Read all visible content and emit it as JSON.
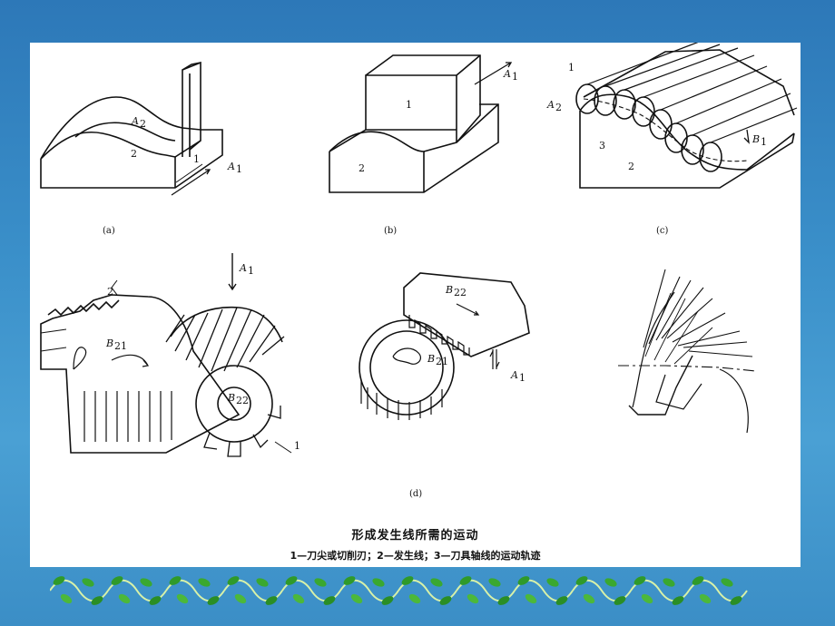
{
  "figure": {
    "title": "形成发生线所需的运动",
    "legend": "1—刀尖或切削刃；2—发生线；3—刀具轴线的运动轨迹",
    "panels": {
      "a": {
        "caption": "(a)",
        "labels": {
          "A2": "A",
          "A2_sub": "2",
          "A1": "A",
          "A1_sub": "1",
          "n1": "1",
          "n2": "2"
        }
      },
      "b": {
        "caption": "(b)",
        "labels": {
          "A1": "A",
          "A1_sub": "1",
          "n1": "1",
          "n2": "2"
        }
      },
      "c": {
        "caption": "(c)",
        "labels": {
          "A2": "A",
          "A2_sub": "2",
          "B1": "B",
          "B1_sub": "1",
          "n1": "1",
          "n2": "2",
          "n3": "3"
        }
      },
      "d": {
        "caption": "(d)",
        "labels": {
          "A1_top": "A",
          "A1_top_sub": "1",
          "B21": "B",
          "B21_sub": "21",
          "B22": "B",
          "B22_sub": "22",
          "n1": "1",
          "n2": "2",
          "B22_rack": "B",
          "B22_rack_sub": "22",
          "B21_gear": "B",
          "B21_gear_sub": "21",
          "A1_rack": "A",
          "A1_rack_sub": "1"
        }
      }
    }
  }
}
